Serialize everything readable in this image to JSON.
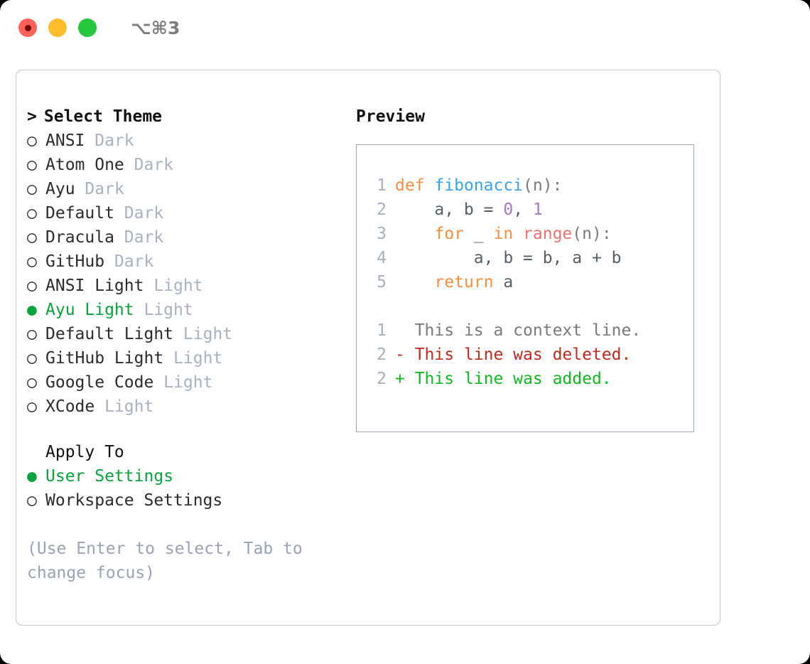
{
  "titlebar": {
    "buttons": [
      {
        "name": "close",
        "color": "#ff6159"
      },
      {
        "name": "minimize",
        "color": "#ffbd2e"
      },
      {
        "name": "maximize",
        "color": "#25c73c"
      }
    ],
    "shortcut": "⌥⌘3"
  },
  "colors": {
    "accent_green": "#08a33c",
    "muted": "#a9b2bf",
    "hint": "#9aa3b2",
    "label": "#2b2b2b",
    "card_border": "#c2c9d3",
    "preview_border": "#9aa7b5",
    "lineno": "#a8b0bb",
    "diff_add": "#12b822",
    "diff_del": "#c22a1e",
    "diff_ctx": "#7a7a7a"
  },
  "theme_panel": {
    "header": "Select Theme",
    "caret": ">",
    "marker_selected": "●",
    "marker_unselected": "○",
    "themes": [
      {
        "label": "ANSI",
        "badge": "Dark",
        "selected": false
      },
      {
        "label": "Atom One",
        "badge": "Dark",
        "selected": false
      },
      {
        "label": "Ayu",
        "badge": "Dark",
        "selected": false
      },
      {
        "label": "Default",
        "badge": "Dark",
        "selected": false
      },
      {
        "label": "Dracula",
        "badge": "Dark",
        "selected": false
      },
      {
        "label": "GitHub",
        "badge": "Dark",
        "selected": false
      },
      {
        "label": "ANSI Light",
        "badge": "Light",
        "selected": false
      },
      {
        "label": "Ayu Light",
        "badge": "Light",
        "selected": true
      },
      {
        "label": "Default Light",
        "badge": "Light",
        "selected": false
      },
      {
        "label": "GitHub Light",
        "badge": "Light",
        "selected": false
      },
      {
        "label": "Google Code",
        "badge": "Light",
        "selected": false
      },
      {
        "label": "XCode",
        "badge": "Light",
        "selected": false
      }
    ]
  },
  "apply_to": {
    "title": "Apply To",
    "options": [
      {
        "label": "User Settings",
        "selected": true
      },
      {
        "label": "Workspace Settings",
        "selected": false
      }
    ]
  },
  "hint": "(Use Enter to select, Tab to change focus)",
  "preview": {
    "title": "Preview",
    "code_lines": [
      {
        "number": "1",
        "tokens": [
          {
            "text": "def ",
            "kind": "kw"
          },
          {
            "text": "fibonacci",
            "kind": "fn"
          },
          {
            "text": "(n):",
            "kind": "punc"
          }
        ]
      },
      {
        "number": "2",
        "tokens": [
          {
            "text": "    a, b = ",
            "kind": "pl"
          },
          {
            "text": "0",
            "kind": "num"
          },
          {
            "text": ", ",
            "kind": "pl"
          },
          {
            "text": "1",
            "kind": "num"
          }
        ]
      },
      {
        "number": "3",
        "tokens": [
          {
            "text": "    for ",
            "kind": "kw"
          },
          {
            "text": "_ ",
            "kind": "pl"
          },
          {
            "text": "in ",
            "kind": "kw"
          },
          {
            "text": "range",
            "kind": "call"
          },
          {
            "text": "(n):",
            "kind": "punc"
          }
        ]
      },
      {
        "number": "4",
        "tokens": [
          {
            "text": "        a, b = b, a + b",
            "kind": "pl"
          }
        ]
      },
      {
        "number": "5",
        "tokens": [
          {
            "text": "    return ",
            "kind": "kw"
          },
          {
            "text": "a",
            "kind": "pl"
          }
        ]
      }
    ],
    "diff_lines": [
      {
        "number": "1",
        "sign": " ",
        "text": " This is a context line.",
        "kind": "ctx"
      },
      {
        "number": "2",
        "sign": "-",
        "text": " This line was deleted.",
        "kind": "del"
      },
      {
        "number": "2",
        "sign": "+",
        "text": " This line was added.",
        "kind": "add"
      }
    ]
  }
}
